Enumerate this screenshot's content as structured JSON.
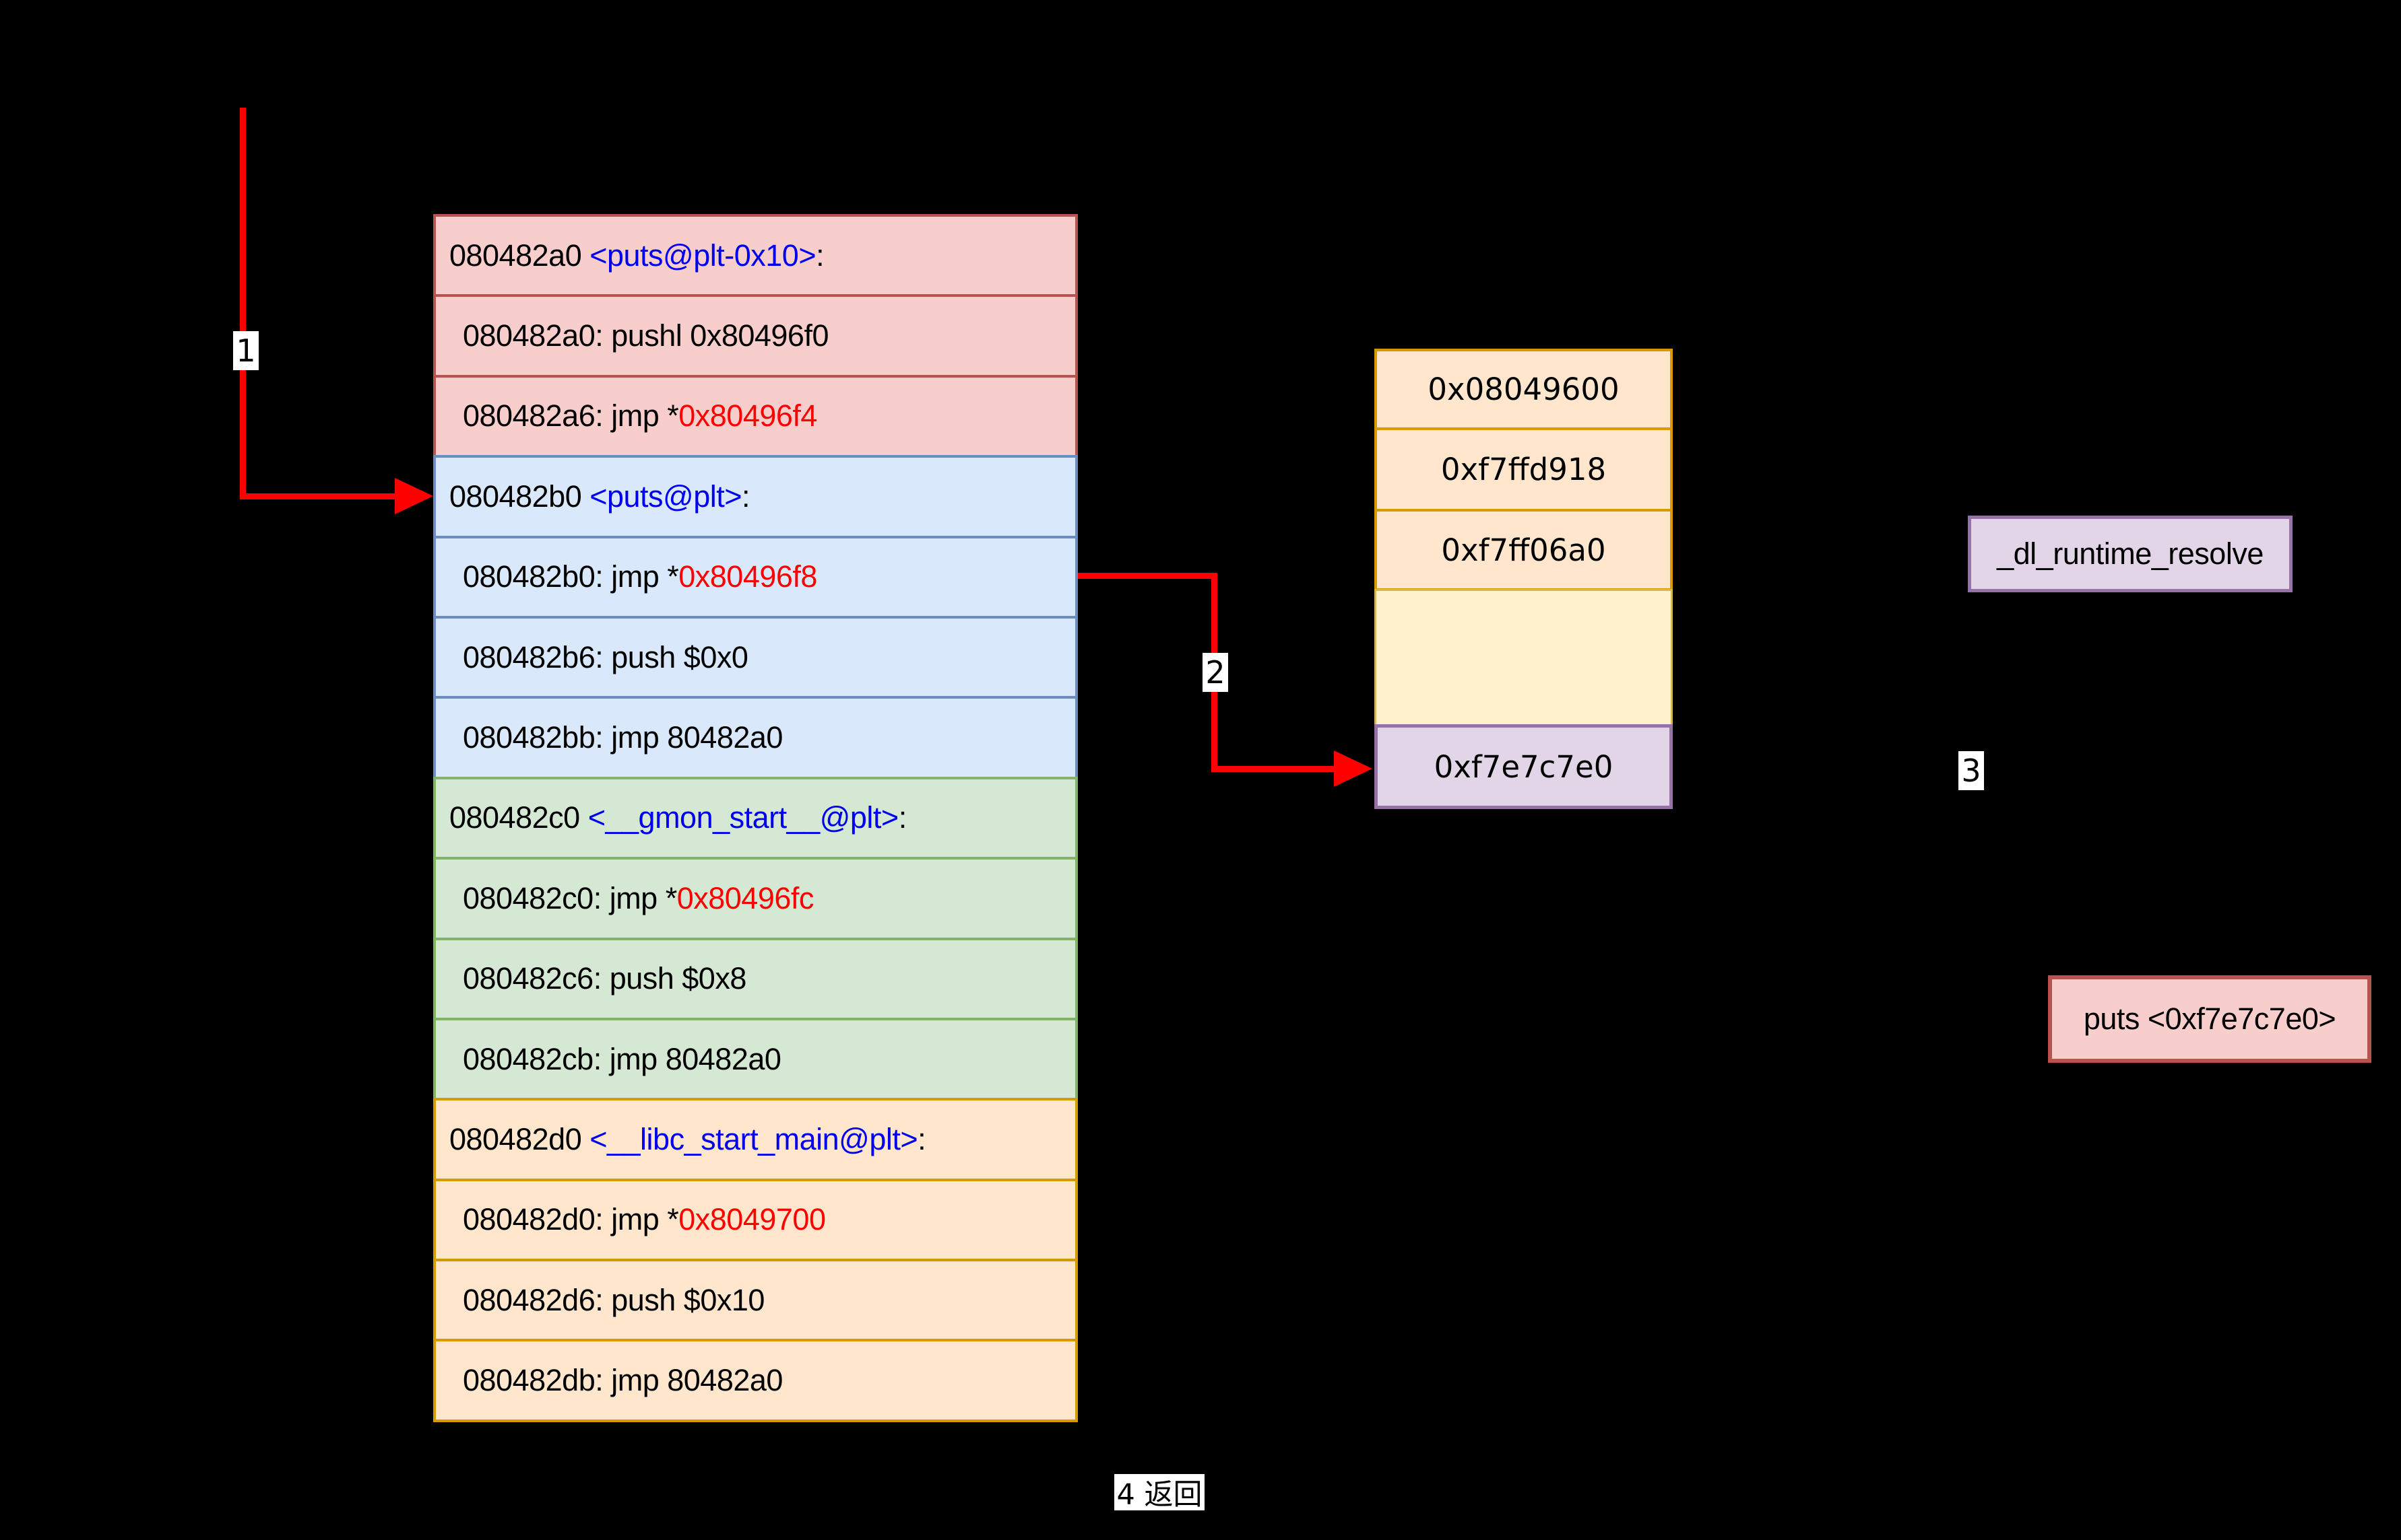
{
  "palette": {
    "pink": {
      "fill": "#f8cecc",
      "stroke": "#b85450"
    },
    "blue": {
      "fill": "#dae8fc",
      "stroke": "#6c8ebf"
    },
    "green": {
      "fill": "#d5e8d4",
      "stroke": "#82b366"
    },
    "orange": {
      "fill": "#ffe6cc",
      "stroke": "#d79b00"
    },
    "yellow": {
      "fill": "#fff2cc",
      "stroke": "#d6b656"
    },
    "purple": {
      "fill": "#e1d5e7",
      "stroke": "#9673a6"
    },
    "link_blue": "#0000ee",
    "accent_red": "#ff0000",
    "text": "#000000",
    "background": "#000000",
    "label_bg": "#ffffff"
  },
  "plt_table": {
    "rows": [
      {
        "section": "pink",
        "kind": "header",
        "segments": [
          {
            "text": "080482a0 ",
            "color": "text"
          },
          {
            "text": "<puts@plt-0x10>",
            "color": "link_blue"
          },
          {
            "text": ":",
            "color": "text"
          }
        ]
      },
      {
        "section": "pink",
        "kind": "instruction",
        "segments": [
          {
            "text": "080482a0: pushl 0x80496f0",
            "color": "text"
          }
        ]
      },
      {
        "section": "pink",
        "kind": "instruction",
        "segments": [
          {
            "text": "080482a6: jmp *",
            "color": "text"
          },
          {
            "text": "0x80496f4",
            "color": "accent_red"
          }
        ]
      },
      {
        "section": "blue",
        "kind": "header",
        "segments": [
          {
            "text": "080482b0 ",
            "color": "text"
          },
          {
            "text": "<puts@plt>",
            "color": "link_blue"
          },
          {
            "text": ":",
            "color": "text"
          }
        ]
      },
      {
        "section": "blue",
        "kind": "instruction",
        "segments": [
          {
            "text": "080482b0: jmp *",
            "color": "text"
          },
          {
            "text": "0x80496f8",
            "color": "accent_red"
          }
        ]
      },
      {
        "section": "blue",
        "kind": "instruction",
        "segments": [
          {
            "text": "080482b6: push $0x0",
            "color": "text"
          }
        ]
      },
      {
        "section": "blue",
        "kind": "instruction",
        "segments": [
          {
            "text": "080482bb: jmp 80482a0",
            "color": "text"
          }
        ]
      },
      {
        "section": "green",
        "kind": "header",
        "segments": [
          {
            "text": "080482c0 ",
            "color": "text"
          },
          {
            "text": "<__gmon_start__@plt>",
            "color": "link_blue"
          },
          {
            "text": ":",
            "color": "text"
          }
        ]
      },
      {
        "section": "green",
        "kind": "instruction",
        "segments": [
          {
            "text": "080482c0: jmp *",
            "color": "text"
          },
          {
            "text": "0x80496fc",
            "color": "accent_red"
          }
        ]
      },
      {
        "section": "green",
        "kind": "instruction",
        "segments": [
          {
            "text": "080482c6: push $0x8",
            "color": "text"
          }
        ]
      },
      {
        "section": "green",
        "kind": "instruction",
        "segments": [
          {
            "text": "080482cb: jmp 80482a0",
            "color": "text"
          }
        ]
      },
      {
        "section": "orange",
        "kind": "header",
        "segments": [
          {
            "text": "080482d0 ",
            "color": "text"
          },
          {
            "text": "<__libc_start_main@plt>",
            "color": "link_blue"
          },
          {
            "text": ":",
            "color": "text"
          }
        ]
      },
      {
        "section": "orange",
        "kind": "instruction",
        "segments": [
          {
            "text": "080482d0: jmp *",
            "color": "text"
          },
          {
            "text": "0x8049700",
            "color": "accent_red"
          }
        ]
      },
      {
        "section": "orange",
        "kind": "instruction",
        "segments": [
          {
            "text": "080482d6: push $0x10",
            "color": "text"
          }
        ]
      },
      {
        "section": "orange",
        "kind": "instruction",
        "segments": [
          {
            "text": "080482db: jmp 80482a0",
            "color": "text"
          }
        ]
      }
    ]
  },
  "got_table": {
    "rows": [
      {
        "section": "orange",
        "text": "0x08049600"
      },
      {
        "section": "orange",
        "text": "0xf7ffd918"
      },
      {
        "section": "orange",
        "text": "0xf7ff06a0"
      },
      {
        "section": "yellow",
        "text": ""
      },
      {
        "section": "purple",
        "text": "0xf7e7c7e0"
      }
    ]
  },
  "boxes": {
    "dl_runtime_resolve": {
      "label": "_dl_runtime_resolve",
      "section": "purple"
    },
    "puts_resolved": {
      "label": "puts <0xf7e7c7e0>",
      "section": "pink"
    }
  },
  "annotations": {
    "step1": "1",
    "step2": "2",
    "step3": "3",
    "step4": "4 返回"
  }
}
